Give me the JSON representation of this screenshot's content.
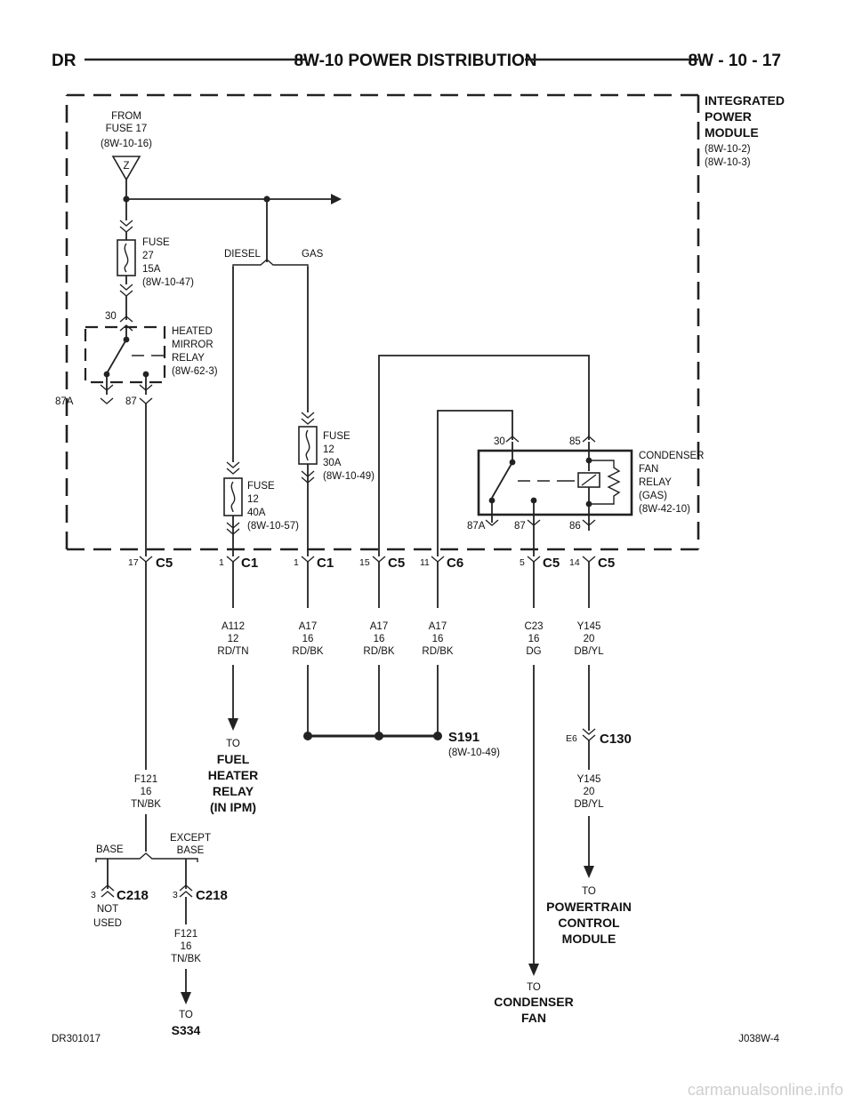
{
  "header": {
    "left": "DR",
    "center": "8W-10 POWER DISTRIBUTION",
    "right": "8W - 10 - 17"
  },
  "footer": {
    "left": "DR301017",
    "right": "J038W-4"
  },
  "watermark": "carmanualsonline.info",
  "ipm": {
    "lines": [
      "INTEGRATED",
      "POWER",
      "MODULE"
    ],
    "refs": [
      "(8W-10-2)",
      "(8W-10-3)"
    ]
  },
  "source": {
    "lines": [
      "FROM",
      "FUSE 17",
      "(8W-10-16)"
    ],
    "symbol": "Z"
  },
  "fuse27": {
    "lines": [
      "FUSE",
      "27",
      "15A",
      "(8W-10-47)"
    ]
  },
  "mirror_relay": {
    "lines": [
      "HEATED",
      "MIRROR",
      "RELAY",
      "(8W-62-3)"
    ],
    "pin_top": "30",
    "pin_87a": "87A",
    "pin_87": "87"
  },
  "split_diesel_gas": {
    "left": "DIESEL",
    "right": "GAS"
  },
  "fuse12_40a": {
    "lines": [
      "FUSE",
      "12",
      "40A",
      "(8W-10-57)"
    ]
  },
  "fuse12_30a": {
    "lines": [
      "FUSE",
      "12",
      "30A",
      "(8W-10-49)"
    ]
  },
  "condenser_relay": {
    "lines": [
      "CONDENSER",
      "FAN",
      "RELAY",
      "(GAS)",
      "(8W-42-10)"
    ],
    "pin_30": "30",
    "pin_85": "85",
    "pin_87a": "87A",
    "pin_87": "87",
    "pin_86": "86"
  },
  "connectors": [
    {
      "pin": "17",
      "name": "C5"
    },
    {
      "pin": "1",
      "name": "C1"
    },
    {
      "pin": "1",
      "name": "C1"
    },
    {
      "pin": "15",
      "name": "C5"
    },
    {
      "pin": "11",
      "name": "C6"
    },
    {
      "pin": "5",
      "name": "C5"
    },
    {
      "pin": "14",
      "name": "C5"
    }
  ],
  "wires": [
    {
      "lines": [
        "A112",
        "12",
        "RD/TN"
      ]
    },
    {
      "lines": [
        "A17",
        "16",
        "RD/BK"
      ]
    },
    {
      "lines": [
        "A17",
        "16",
        "RD/BK"
      ]
    },
    {
      "lines": [
        "A17",
        "16",
        "RD/BK"
      ]
    },
    {
      "lines": [
        "C23",
        "16",
        "DG"
      ]
    },
    {
      "lines": [
        "Y145",
        "20",
        "DB/YL"
      ]
    }
  ],
  "fuel_heater": {
    "to": "TO",
    "lines": [
      "FUEL",
      "HEATER",
      "RELAY",
      "(IN IPM)"
    ]
  },
  "splice": {
    "name": "S191",
    "ref": "(8W-10-49)"
  },
  "c130": {
    "pin": "E6",
    "name": "C130"
  },
  "wire_y145_lower": {
    "lines": [
      "Y145",
      "20",
      "DB/YL"
    ]
  },
  "pcm": {
    "to": "TO",
    "lines": [
      "POWERTRAIN",
      "CONTROL",
      "MODULE"
    ]
  },
  "condenser_fan": {
    "to": "TO",
    "lines": [
      "CONDENSER",
      "FAN"
    ]
  },
  "wire_f121": {
    "lines": [
      "F121",
      "16",
      "TN/BK"
    ]
  },
  "split_base": {
    "left": "BASE",
    "right_lines": [
      "EXCEPT",
      "BASE"
    ]
  },
  "c218_left": {
    "pin": "3",
    "name": "C218",
    "note_lines": [
      "NOT",
      "USED"
    ]
  },
  "c218_right": {
    "pin": "3",
    "name": "C218"
  },
  "wire_f121_lower": {
    "lines": [
      "F121",
      "16",
      "TN/BK"
    ]
  },
  "s334": {
    "to": "TO",
    "name": "S334"
  }
}
